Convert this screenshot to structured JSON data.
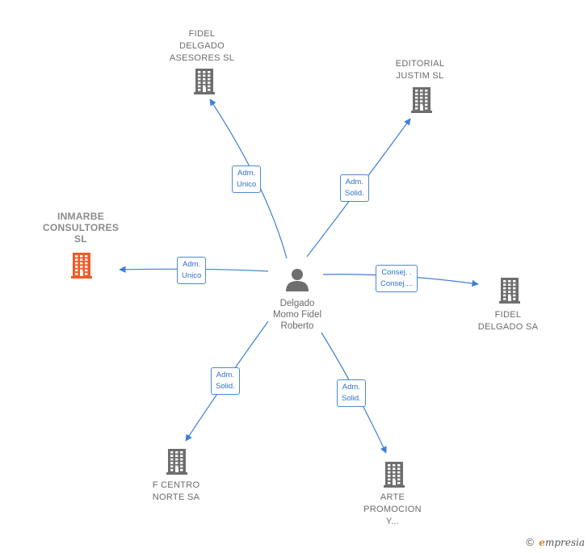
{
  "center": {
    "name_lines": [
      "Delgado",
      "Momo Fidel",
      "Roberto"
    ],
    "icon": "person-icon"
  },
  "companies": [
    {
      "id": "fidel-delgado-asesores",
      "lines": [
        "FIDEL",
        "DELGADO",
        "ASESORES  SL"
      ],
      "color": "#6e6e6e"
    },
    {
      "id": "editorial-justim",
      "lines": [
        "EDITORIAL",
        "JUSTIM SL"
      ],
      "color": "#6e6e6e"
    },
    {
      "id": "inmarbe-consultores",
      "lines": [
        "INMARBE",
        "CONSULTORES",
        "SL"
      ],
      "color": "#f05a28",
      "highlight": true
    },
    {
      "id": "fidel-delgado-sa",
      "lines": [
        "FIDEL",
        "DELGADO SA"
      ],
      "color": "#6e6e6e"
    },
    {
      "id": "f-centro-norte",
      "lines": [
        "F CENTRO",
        "NORTE SA"
      ],
      "color": "#6e6e6e"
    },
    {
      "id": "arte-promocion",
      "lines": [
        "ARTE",
        "PROMOCION",
        "Y..."
      ],
      "color": "#6e6e6e"
    }
  ],
  "edges": [
    {
      "to": "fidel-delgado-asesores",
      "lines": [
        "Adm.",
        "Unico"
      ]
    },
    {
      "to": "editorial-justim",
      "lines": [
        "Adm.",
        "Solid."
      ]
    },
    {
      "to": "inmarbe-consultores",
      "lines": [
        "Adm.",
        "Unico"
      ]
    },
    {
      "to": "fidel-delgado-sa",
      "lines": [
        "Consej. .",
        "Consej...."
      ]
    },
    {
      "to": "f-centro-norte",
      "lines": [
        "Adm.",
        "Solid."
      ]
    },
    {
      "to": "arte-promocion",
      "lines": [
        "Adm.",
        "Solid."
      ]
    }
  ],
  "colors": {
    "edge": "#3d7fd6",
    "building": "#6e6e6e",
    "highlight": "#f05a28"
  },
  "footer": {
    "copyright": "©",
    "brand_e": "e",
    "brand_rest": "mpresia"
  }
}
